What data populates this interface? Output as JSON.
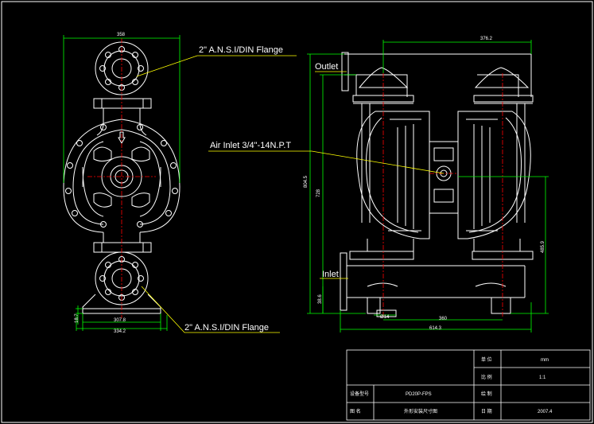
{
  "labels": {
    "flange_top": "2\" A.N.S.I/DIN Flange",
    "flange_bottom": "2\" A.N.S.I/DIN Flange",
    "outlet": "Outlet",
    "air_inlet": "Air Inlet 3/4\"-14N.P.T",
    "inlet": "Inlet"
  },
  "dimensions": {
    "front_width": "358",
    "front_base_inner": "307.8",
    "front_base_outer": "334.2",
    "front_foot": "18.7",
    "side_top": "376.2",
    "side_total_height": "804.5",
    "side_mid_height": "728",
    "side_right_height": "485.9",
    "side_base_small": "38.6",
    "side_foot_offset": "Ø14",
    "side_mid_width": "360",
    "side_total_width": "614.3"
  },
  "title_block": {
    "unit_label": "单 位",
    "unit_value": "mm",
    "scale_label": "比 例",
    "scale_value": "1:1",
    "model_label": "设备型号",
    "model_value": "PD20P-FPS",
    "drawn_label": "绘 制",
    "drawn_value": "",
    "name_label": "图 名",
    "name_value": "外形安装尺寸图",
    "date_label": "日 期",
    "date_value": "2007.4"
  },
  "colors": {
    "background": "#000000",
    "outline": "#ffffff",
    "dimension": "#00ff00",
    "centerline": "#ff0000",
    "leader": "#ffff00"
  }
}
